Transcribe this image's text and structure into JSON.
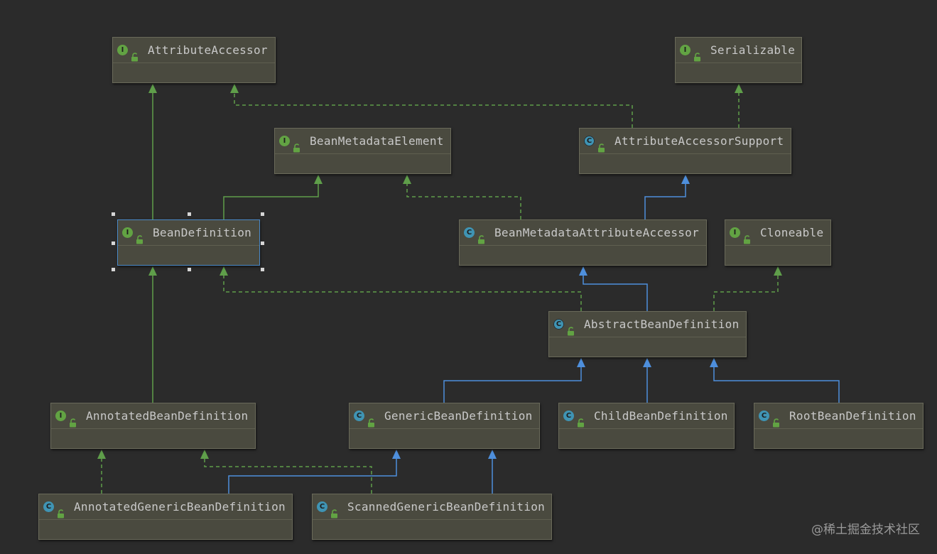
{
  "nodes": [
    {
      "id": "attributeAccessor",
      "kind": "I",
      "name": "AttributeAccessor"
    },
    {
      "id": "serializable",
      "kind": "I",
      "name": "Serializable"
    },
    {
      "id": "beanMetadataElement",
      "kind": "I",
      "name": "BeanMetadataElement"
    },
    {
      "id": "attributeAccessorSupport",
      "kind": "C",
      "name": "AttributeAccessorSupport"
    },
    {
      "id": "beanDefinition",
      "kind": "I",
      "name": "BeanDefinition"
    },
    {
      "id": "beanMetadataAttributeAccessor",
      "kind": "C",
      "name": "BeanMetadataAttributeAccessor"
    },
    {
      "id": "cloneable",
      "kind": "I",
      "name": "Cloneable"
    },
    {
      "id": "abstractBeanDefinition",
      "kind": "C",
      "name": "AbstractBeanDefinition"
    },
    {
      "id": "annotatedBeanDefinition",
      "kind": "I",
      "name": "AnnotatedBeanDefinition"
    },
    {
      "id": "genericBeanDefinition",
      "kind": "C",
      "name": "GenericBeanDefinition"
    },
    {
      "id": "childBeanDefinition",
      "kind": "C",
      "name": "ChildBeanDefinition"
    },
    {
      "id": "rootBeanDefinition",
      "kind": "C",
      "name": "RootBeanDefinition"
    },
    {
      "id": "annotatedGenericBeanDefinition",
      "kind": "C",
      "name": "AnnotatedGenericBeanDefinition"
    },
    {
      "id": "scannedGenericBeanDefinition",
      "kind": "C",
      "name": "ScannedGenericBeanDefinition"
    }
  ],
  "edges": [
    {
      "from": "beanDefinition",
      "to": "attributeAccessor",
      "type": "extends-interface"
    },
    {
      "from": "beanDefinition",
      "to": "beanMetadataElement",
      "type": "extends-interface"
    },
    {
      "from": "attributeAccessorSupport",
      "to": "attributeAccessor",
      "type": "implements"
    },
    {
      "from": "attributeAccessorSupport",
      "to": "serializable",
      "type": "implements"
    },
    {
      "from": "beanMetadataAttributeAccessor",
      "to": "attributeAccessorSupport",
      "type": "extends-class"
    },
    {
      "from": "beanMetadataAttributeAccessor",
      "to": "beanMetadataElement",
      "type": "implements"
    },
    {
      "from": "abstractBeanDefinition",
      "to": "beanMetadataAttributeAccessor",
      "type": "extends-class"
    },
    {
      "from": "abstractBeanDefinition",
      "to": "beanDefinition",
      "type": "implements"
    },
    {
      "from": "abstractBeanDefinition",
      "to": "cloneable",
      "type": "implements"
    },
    {
      "from": "annotatedBeanDefinition",
      "to": "beanDefinition",
      "type": "extends-interface"
    },
    {
      "from": "genericBeanDefinition",
      "to": "abstractBeanDefinition",
      "type": "extends-class"
    },
    {
      "from": "childBeanDefinition",
      "to": "abstractBeanDefinition",
      "type": "extends-class"
    },
    {
      "from": "rootBeanDefinition",
      "to": "abstractBeanDefinition",
      "type": "extends-class"
    },
    {
      "from": "annotatedGenericBeanDefinition",
      "to": "genericBeanDefinition",
      "type": "extends-class"
    },
    {
      "from": "annotatedGenericBeanDefinition",
      "to": "annotatedBeanDefinition",
      "type": "implements"
    },
    {
      "from": "scannedGenericBeanDefinition",
      "to": "genericBeanDefinition",
      "type": "extends-class"
    },
    {
      "from": "scannedGenericBeanDefinition",
      "to": "annotatedBeanDefinition",
      "type": "implements"
    }
  ],
  "selected": "beanDefinition",
  "colors": {
    "interface_badge": "#62a343",
    "class_badge": "#3f94b4",
    "extends_interface": "#5f9e4a",
    "implements": "#5f9e4a",
    "extends_class": "#4e8fdc",
    "selection": "#4a88c7"
  },
  "watermark": "@稀土掘金技术社区"
}
